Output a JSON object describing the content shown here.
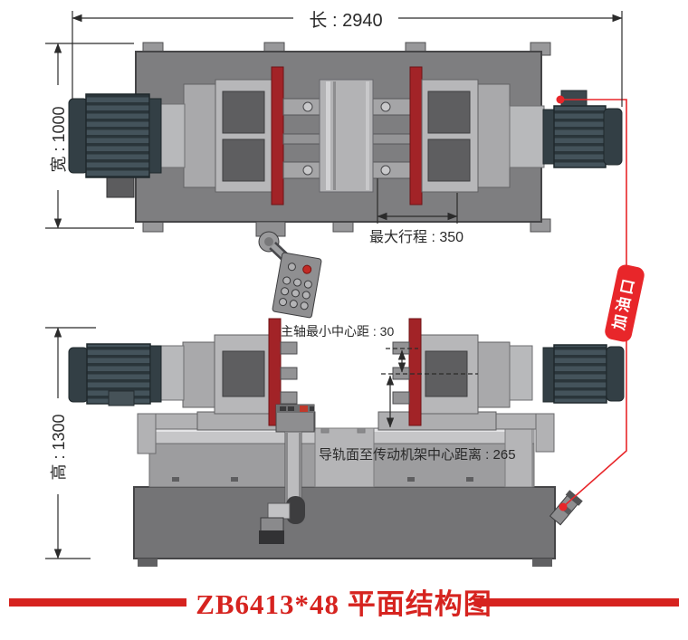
{
  "title": {
    "text": "ZB6413*48 平面结构图"
  },
  "dimensions": {
    "length": "长 : 2940",
    "width": "宽 : 1000",
    "height": "高 : 1300",
    "max_stroke": "最大行程 : 350",
    "min_spindle_center": "主轴最小中心距 : 30",
    "rail_to_frame_center": "导轨面至传动机架中心距离 : 265"
  },
  "callouts": {
    "oil_filler": "加油口"
  },
  "colors": {
    "callout_red": "#e8262a",
    "spindle_plate_red": "#a22327",
    "title_red": "#d6231f",
    "bed_gray": "#7e7e80",
    "housing_gray": "#b7b7b9",
    "motor_dark": "#44535b",
    "dim_line": "#2b2b2b"
  }
}
